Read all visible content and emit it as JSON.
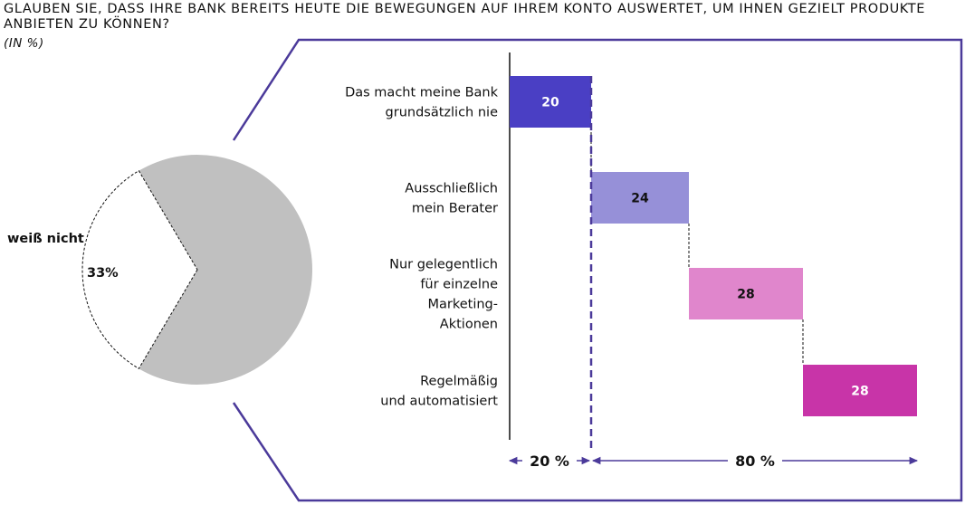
{
  "title": "Glauben Sie, dass Ihre Bank bereits heute die Bewegungen auf Ihrem Konto auswertet, um Ihnen gezielt Produkte anbieten zu können?",
  "subtitle": "(IN %)",
  "pie": {
    "slices": [
      {
        "label": "weiß nicht",
        "value_label": "33%",
        "value": 33,
        "color": "#ffffff",
        "dashed": true
      },
      {
        "value": 67,
        "color": "#c0c0c0"
      }
    ]
  },
  "chart_data": {
    "type": "bar",
    "categories": [
      [
        "Das macht meine Bank",
        "grundsätzlich  nie"
      ],
      [
        "Ausschließlich",
        "mein Berater"
      ],
      [
        "Nur gelegentlich",
        "für einzelne",
        "Marketing-",
        "Aktionen"
      ],
      [
        "Regelmäßig",
        "und automatisiert"
      ]
    ],
    "values": [
      20,
      24,
      28,
      28
    ],
    "colors": [
      "#4a3fc4",
      "#9690d8",
      "#e086cc",
      "#c834a8"
    ],
    "value_colors": [
      "#ffffff",
      "#111111",
      "#111111",
      "#ffffff"
    ],
    "xlim": [
      0,
      100
    ],
    "brackets": [
      {
        "label": "20 %",
        "from": 0,
        "to": 20
      },
      {
        "label": "80 %",
        "from": 20,
        "to": 100
      }
    ],
    "accent": "#4b3a9a"
  }
}
